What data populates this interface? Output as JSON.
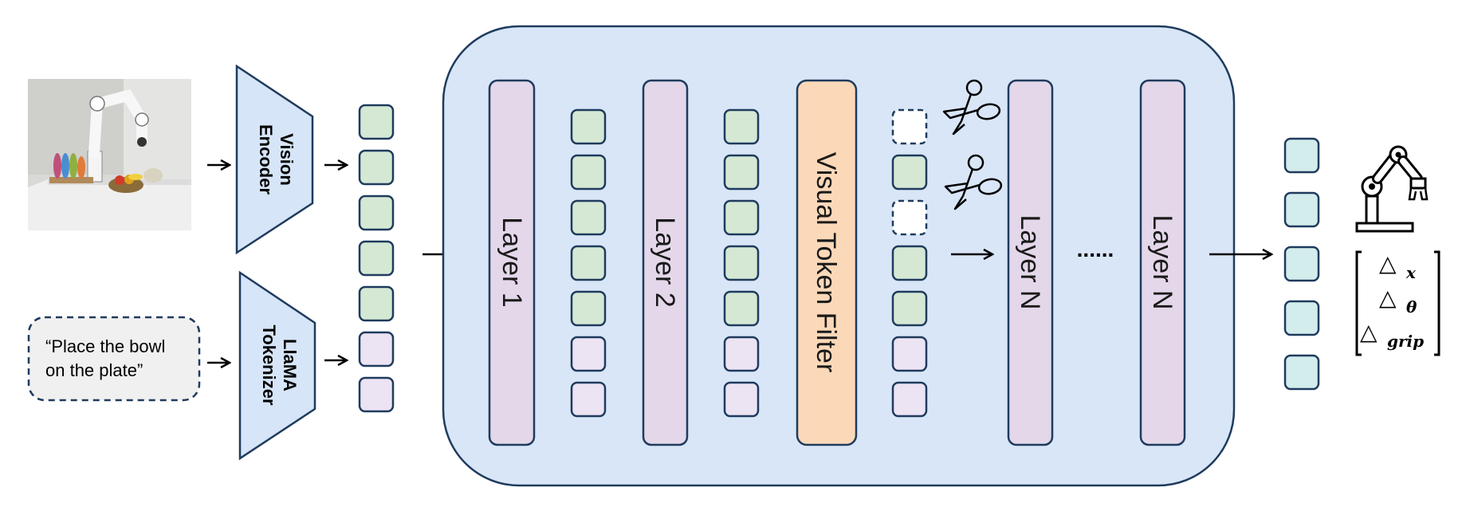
{
  "colors": {
    "stroke": "#1f3b5e",
    "main_panel": "#d8e6f7",
    "encoder": "#d6e5f7",
    "layer": "#e3d7e9",
    "filter": "#fbd8b8",
    "token_vision": "#d5e8d4",
    "token_text": "#ece3f3",
    "token_action": "#d3ecec",
    "prompt_bg": "#f0f0f0"
  },
  "input_image": {
    "icon": "robot-arm-photo"
  },
  "prompt": {
    "line1": "“Place the bowl",
    "line2": "on the plate”"
  },
  "encoders": {
    "vision_line1": "Vision",
    "vision_line2": "Encoder",
    "tokenizer_line1": "LlaMA",
    "tokenizer_line2": "Tokenizer"
  },
  "layers": {
    "layer1": "Layer 1",
    "layer2": "Layer 2",
    "filter": "Visual Token Filter",
    "layerN_a": "Layer N",
    "layerN_b": "Layer N",
    "ellipsis": "......"
  },
  "tokens": {
    "input_column": [
      "vision",
      "vision",
      "vision",
      "vision",
      "vision",
      "text",
      "text"
    ],
    "after_layer1": [
      "vision",
      "vision",
      "vision",
      "vision",
      "vision",
      "text",
      "text"
    ],
    "after_layer2": [
      "vision",
      "vision",
      "vision",
      "vision",
      "vision",
      "text",
      "text"
    ],
    "after_filter": [
      "pruned",
      "vision",
      "pruned",
      "vision",
      "vision",
      "text",
      "text"
    ],
    "output_count": 5
  },
  "pruning": {
    "icon": "scissors-icon"
  },
  "robot": {
    "icon": "robot-arm-icon"
  },
  "actions": {
    "x": "x",
    "theta": "θ",
    "grip": "grip",
    "delta": "△"
  }
}
